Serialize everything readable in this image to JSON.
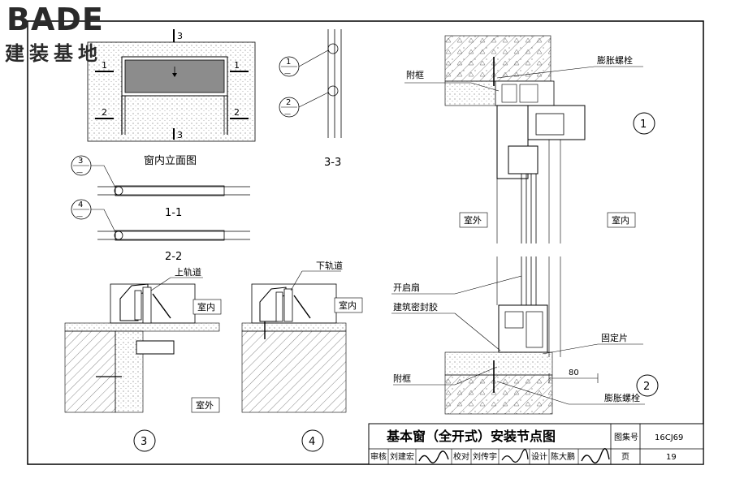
{
  "logo": {
    "main": "BADE",
    "sub": "建装基地"
  },
  "elevation": {
    "title": "窗内立面图",
    "section_marks": {
      "s1": "1",
      "s2": "2",
      "s3": "3"
    }
  },
  "section_3_3": {
    "title": "3-3",
    "callouts": [
      {
        "num": "1",
        "den": "—"
      },
      {
        "num": "2",
        "den": "—"
      }
    ]
  },
  "section_1_1": {
    "title": "1-1",
    "callout": {
      "num": "3",
      "den": "—"
    }
  },
  "section_2_2": {
    "title": "2-2",
    "callout": {
      "num": "4",
      "den": "—"
    }
  },
  "detail_3": {
    "number": "3",
    "labels": {
      "track": "上轨道",
      "inside": "室内",
      "outside": "室外"
    }
  },
  "detail_4": {
    "number": "4",
    "labels": {
      "track": "下轨道",
      "inside": "室内"
    }
  },
  "detail_1": {
    "number": "1",
    "labels": {
      "frame": "附框",
      "bolt": "膨胀螺栓",
      "outside": "室外",
      "inside": "室内"
    }
  },
  "detail_2": {
    "number": "2",
    "labels": {
      "sash": "开启扇",
      "sealant": "建筑密封胶",
      "fixing": "固定片",
      "frame": "附框",
      "bolt": "膨胀螺栓",
      "dim": "80"
    }
  },
  "title_block": {
    "title": "基本窗（全开式）安装节点图",
    "atlas_label": "图集号",
    "atlas_no": "16CJ69",
    "review_label": "审核",
    "reviewer": "刘建宏",
    "check_label": "校对",
    "checker": "刘传宇",
    "design_label": "设计",
    "designer": "陈大鹏",
    "page_label": "页",
    "page_no": "19"
  },
  "colors": {
    "line": "#000000",
    "glass": "#8c8c8c",
    "hatch": "#555555",
    "logo": "#2a2a2a"
  }
}
